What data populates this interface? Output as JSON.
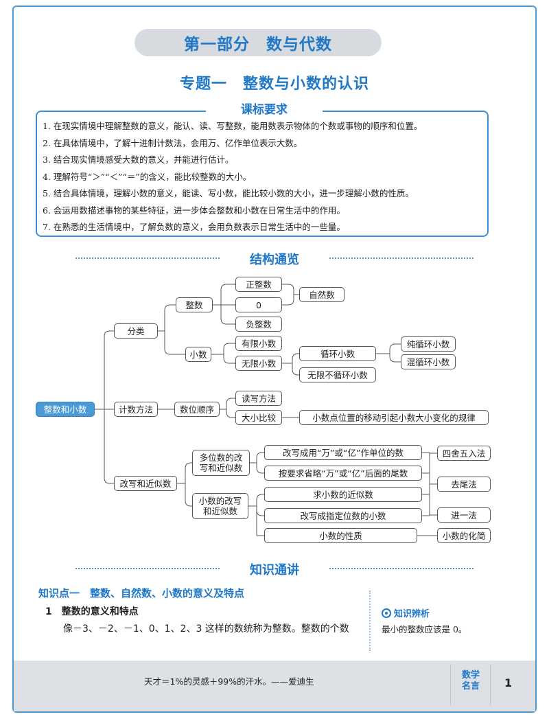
{
  "part_title": "第一部分　数与代数",
  "topic_title": "专题一　整数与小数的认识",
  "requirements": {
    "header": "课标要求",
    "items": [
      "1. 在现实情境中理解整数的意义，能认、读、写整数，能用数表示物体的个数或事物的顺序和位置。",
      "2. 在具体情境中，了解十进制计数法，会用万、亿作单位表示大数。",
      "3. 结合现实情境感受大数的意义，并能进行估计。",
      "4. 理解符号“＞”“＜”“＝”的含义，能比较整数的大小。",
      "5. 结合具体情境，理解小数的意义，能读、写小数，能比较小数的大小，进一步理解小数的性质。",
      "6. 会运用数描述事物的某些特征，进一步体会整数和小数在日常生活中的作用。",
      "7. 在熟悉的生活情境中，了解负数的意义，会用负数表示日常生活中的一些量。"
    ]
  },
  "structure": {
    "header": "结构通览",
    "nodes": {
      "root": "整数和小数",
      "classify": "分类",
      "integer": "整数",
      "positive": "正整数",
      "zero": "0",
      "negative": "负整数",
      "natural": "自然数",
      "decimal": "小数",
      "finite": "有限小数",
      "infinite": "无限小数",
      "recurring": "循环小数",
      "nonrecurring": "无限不循环小数",
      "pure": "纯循环小数",
      "mixed": "混循环小数",
      "counting": "计数方法",
      "place_order": "数位顺序",
      "read_write": "读写方法",
      "compare": "大小比较",
      "point_move": "小数点位置的移动引起小数大小变化的规律",
      "rewrite": "改写和近似数",
      "multi_digit": "多位数的改写和近似数",
      "dec_rewrite": "小数的改写和近似数",
      "rewrite_unit": "改写成用“万”或“亿”作单位的数",
      "omit_tail": "按要求省略“万”或“亿”后面的尾数",
      "dec_approx": "求小数的近似数",
      "rewrite_digits": "改写成指定位数的小数",
      "dec_property": "小数的性质",
      "round": "四舍五入法",
      "truncate": "去尾法",
      "ceil": "进一法",
      "simplify": "小数的化简"
    }
  },
  "knowledge": {
    "header": "知识通讲",
    "point_title": "知识点一　整数、自然数、小数的意义及特点",
    "sub_title": "1　整数的意义和特点",
    "body": "像－3、－2、－1、0、1、2、3 这样的数统称为整数。整数的个数",
    "side_title": "知识辨析",
    "side_text": "最小的整数应该是 0。"
  },
  "footer": {
    "quote": "天才＝1%的灵感＋99%的汗水。——爱迪生",
    "motto": "数学名言",
    "page_number": "1"
  }
}
